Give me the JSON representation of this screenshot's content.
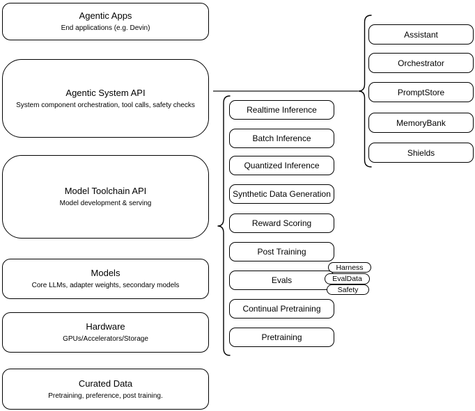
{
  "diagram": {
    "title": "Agentic system stack diagram",
    "left_stack": [
      {
        "title": "Agentic Apps",
        "subtitle": "End applications (e.g. Devin)"
      },
      {
        "title": "Agentic System API",
        "subtitle": "System component orchestration, tool calls, safety checks"
      },
      {
        "title": "Model Toolchain API",
        "subtitle": "Model development & serving"
      },
      {
        "title": "Models",
        "subtitle": "Core LLMs, adapter weights, secondary models"
      },
      {
        "title": "Hardware",
        "subtitle": "GPUs/Accelerators/Storage"
      },
      {
        "title": "Curated Data",
        "subtitle": "Pretraining, preference, post training."
      }
    ],
    "toolchain_components": [
      "Realtime Inference",
      "Batch Inference",
      "Quantized Inference",
      "Synthetic Data Generation",
      "Reward Scoring",
      "Post Training",
      "Evals",
      "Continual Pretraining",
      "Pretraining"
    ],
    "eval_tags": [
      "Harness",
      "EvalData",
      "Safety"
    ],
    "system_components": [
      "Assistant",
      "Orchestrator",
      "PromptStore",
      "MemoryBank",
      "Shields"
    ],
    "colors": {
      "node_border": "#000000",
      "node_fill": "#ffffff",
      "connector": "#3b3b3b",
      "background": "#ffffff"
    }
  }
}
